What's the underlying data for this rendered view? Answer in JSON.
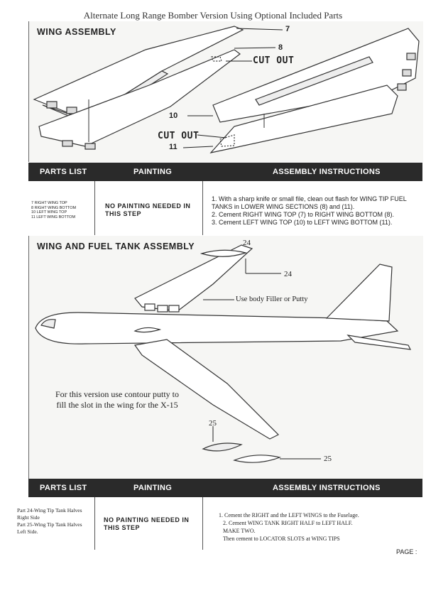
{
  "header": {
    "title": "Alternate Long Range Bomber Version Using Optional Included Parts"
  },
  "section1": {
    "title": "WING ASSEMBLY",
    "callouts": {
      "p7": "7",
      "p8": "8",
      "p10": "10",
      "p11": "11",
      "cut_out_1": "CUT OUT",
      "cut_out_2": "CUT OUT"
    },
    "bar": {
      "parts_list": "PARTS LIST",
      "painting": "PAINTING",
      "assembly": "ASSEMBLY INSTRUCTIONS"
    },
    "parts": [
      "7   RIGHT WING TOP",
      "8   RIGHT WING BOTTOM",
      "10  LEFT WING TOP",
      "11  LEFT WING BOTTOM"
    ],
    "painting": "NO PAINTING NEEDED IN THIS STEP",
    "instructions": [
      "1.  With a sharp knife or small file, clean out flash for WING TIP FUEL TANKS in LOWER WING SECTIONS (8) and (11).",
      "2.  Cement RIGHT WING TOP (7) to RIGHT WING BOTTOM (8).",
      "3.  Cement LEFT WING TOP (10) to LEFT WING BOTTOM (11)."
    ]
  },
  "section2": {
    "title": "WING AND FUEL TANK ASSEMBLY",
    "callouts": {
      "p24a": "24",
      "p24b": "24",
      "p25a": "25",
      "p25b": "25",
      "filler": "Use body Filler or Putty"
    },
    "note": "For this version use contour putty to fill the slot in the wing for the X-15",
    "bar": {
      "parts_list": "PARTS LIST",
      "painting": "PAINTING",
      "assembly": "ASSEMBLY INSTRUCTIONS"
    },
    "parts": [
      "Part 24-Wing Tip Tank Halves",
      "Right Side",
      "Part 25-Wing Tip Tank Halves",
      "Left Side."
    ],
    "painting": "NO PAINTING NEEDED IN THIS STEP",
    "instructions": [
      "1. Cement the RIGHT and the LEFT WINGS to the Fuselage.",
      "2. Cement WING TANK RIGHT HALF to LEFT HALF.",
      "MAKE TWO.",
      "Then cement to LOCATOR SLOTS at WING TIPS"
    ]
  },
  "footer": {
    "page": "PAGE :"
  }
}
